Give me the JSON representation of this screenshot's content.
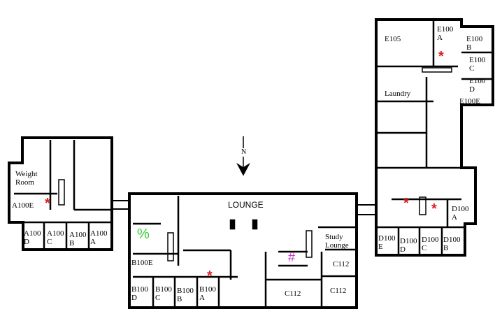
{
  "plan": {
    "north_label": "N",
    "rooms": [
      {
        "id": "E105",
        "text": "E105"
      },
      {
        "id": "E100A",
        "text": "E100\nA"
      },
      {
        "id": "E100B",
        "text": "E100\nB"
      },
      {
        "id": "E100C",
        "text": "E100\nC"
      },
      {
        "id": "E100D",
        "text": "E100\nD"
      },
      {
        "id": "E100E",
        "text": "E100E"
      },
      {
        "id": "Laundry",
        "text": "Laundry"
      },
      {
        "id": "WeightRoom",
        "text": "Weight\nRoom"
      },
      {
        "id": "A100E",
        "text": "A100E"
      },
      {
        "id": "A100D",
        "text": "A100\nD"
      },
      {
        "id": "A100C",
        "text": "A100\nC"
      },
      {
        "id": "A100B",
        "text": "A100\nB"
      },
      {
        "id": "A100A",
        "text": "A100\nA"
      },
      {
        "id": "Lounge",
        "text": "LOUNGE"
      },
      {
        "id": "B100E",
        "text": "B100E"
      },
      {
        "id": "B100D",
        "text": "B100\nD"
      },
      {
        "id": "B100C",
        "text": "B100\nC"
      },
      {
        "id": "B100B",
        "text": "B100\nB"
      },
      {
        "id": "B100A",
        "text": "B100\nA"
      },
      {
        "id": "StudyLounge",
        "text": "Study\nLounge"
      },
      {
        "id": "C112a",
        "text": "C112"
      },
      {
        "id": "C112b",
        "text": "C112"
      },
      {
        "id": "C112c",
        "text": "C112"
      },
      {
        "id": "D100A",
        "text": "D100\nA"
      },
      {
        "id": "D100B",
        "text": "D100\nB"
      },
      {
        "id": "D100C",
        "text": "D100\nC"
      },
      {
        "id": "D100D",
        "text": "D100\nD"
      },
      {
        "id": "D100E",
        "text": "D100\nE"
      }
    ],
    "markers": [
      {
        "symbol": "*",
        "color": "#e02020"
      },
      {
        "symbol": "*",
        "color": "#e02020"
      },
      {
        "symbol": "*",
        "color": "#e02020"
      },
      {
        "symbol": "*",
        "color": "#e02020"
      },
      {
        "symbol": "*",
        "color": "#e02020"
      },
      {
        "symbol": "%",
        "color": "#33cc33"
      },
      {
        "symbol": "#",
        "color": "#cc33cc"
      }
    ]
  }
}
